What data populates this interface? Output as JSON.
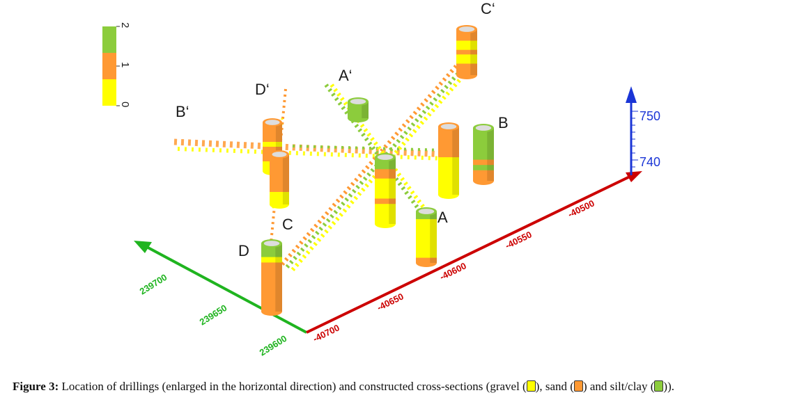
{
  "colors": {
    "gravel": "#ffff00",
    "sand": "#ff9933",
    "silt_clay": "#8ccc3c",
    "x_axis": "#cc0000",
    "y_axis": "#1fb41f",
    "z_axis": "#1a35d6",
    "cap": "#dddddd"
  },
  "legend": {
    "ticks": [
      "2",
      "1",
      "0"
    ]
  },
  "axes": {
    "x_ticks": [
      "-40700",
      "-40650",
      "-40600",
      "-40550",
      "-40500"
    ],
    "y_ticks": [
      "239600",
      "239650",
      "239700"
    ],
    "z_ticks": [
      "750",
      "740"
    ]
  },
  "section_labels": [
    "A",
    "A‘",
    "B",
    "B‘",
    "C",
    "C‘",
    "D",
    "D‘"
  ],
  "caption": {
    "prefix": "Figure 3:",
    "text_1": " Location of drillings (enlarged in the horizontal direction) and constructed cross-sections (gravel (",
    "text_2": "), sand (",
    "text_3": ") and  silt/clay (",
    "text_4": "))."
  }
}
